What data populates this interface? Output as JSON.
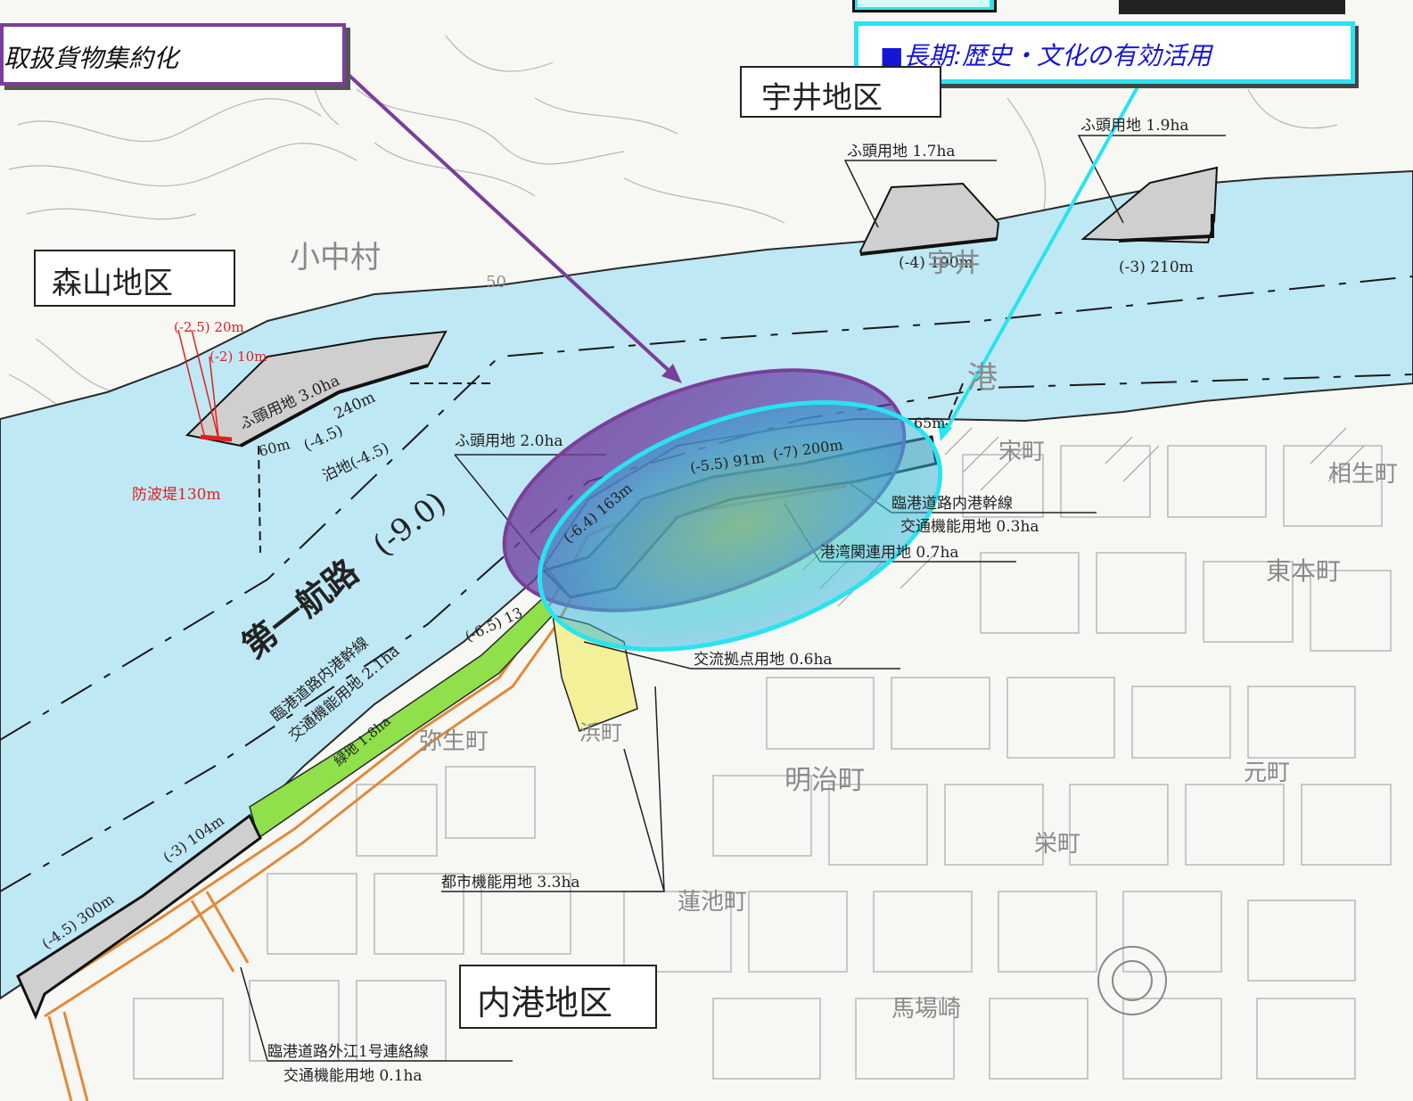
{
  "callouts": {
    "left": "取扱貨物集約化",
    "right": "■長期:歴史・文化の有効活用"
  },
  "districts": {
    "moriyama": "森山地区",
    "ui": "宇井地区",
    "naiko": "内港地区"
  },
  "channel": {
    "name": "第一航路",
    "depth": "(-9.0)"
  },
  "labels": {
    "pier_ui_west": "ふ頭用地 1.7ha",
    "pier_ui_east": "ふ頭用地 1.9ha",
    "berth_ui_west": "(-4) 190m",
    "berth_ui_east": "(-3) 210m",
    "red_25": "(-2.5) 20m",
    "red_2": "(-2) 10m",
    "pier_moriyama": "ふ頭用地 3.0ha",
    "berth_240": "240m",
    "berth_60": "60m",
    "berth_45": "(-4.5)",
    "anchorage": "泊地(-4.5)",
    "breakwater": "防波堤130m",
    "pier_naiko": "ふ頭用地 2.0ha",
    "quay_163": "(-6.4) 163m",
    "quay_91": "(-5.5) 91m",
    "quay_200": "(-7) 200m",
    "quay_65": "65m",
    "road_trunk_right": "臨港道路内港幹線",
    "traffic_03": "交通機能用地 0.3ha",
    "port_related": "港湾関連用地 0.7ha",
    "exchange": "交流拠点用地 0.6ha",
    "road_trunk_left": "臨港道路内港幹線",
    "traffic_21": "交通機能用地 2.1ha",
    "quay_13": "(-6.5) 13",
    "green": "緑地 1.8ha",
    "urban": "都市機能用地 3.3ha",
    "quay_104": "(-3) 104m",
    "quay_300": "(-4.5) 300m",
    "road_link": "臨港道路外江1号連絡線",
    "traffic_01": "交通機能用地 0.1ha",
    "town_moriyama": "小中村",
    "town_contour": "50",
    "town_ui": "宇井",
    "town_yayoi": "弥生町",
    "town_meiji": "明治町",
    "town_sakae": "栄町",
    "town_higashimoto": "東本町",
    "town_moto": "元町",
    "town_hasuike": "蓮池町",
    "town_baba": "馬場崎",
    "town_hama": "浜町",
    "town_ai": "相生町",
    "town_sou": "宋町",
    "anchor_text": "港"
  },
  "colors": {
    "water": "#bfe8f5",
    "land": "#f7f7f3",
    "green": "#8fe04a",
    "yellow": "#f4f09a",
    "road": "#e08a3a",
    "pier": "#cfcfcf",
    "purple": "#7a3e9a",
    "cyan": "#29e3f0",
    "red": "#e0201c"
  }
}
